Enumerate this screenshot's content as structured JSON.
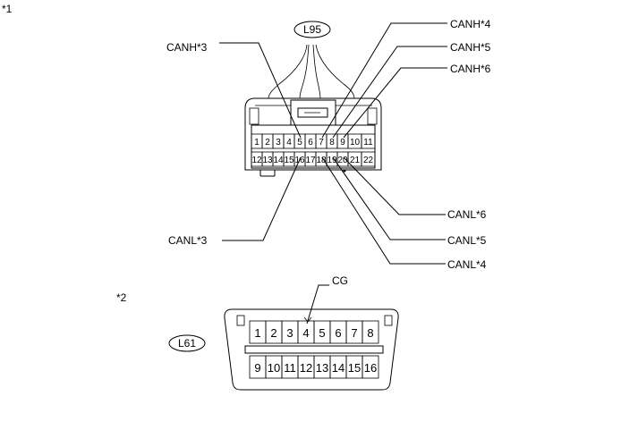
{
  "figure_marks": {
    "fig1": "*1",
    "fig2": "*2"
  },
  "connector_top": {
    "id": "L95",
    "row1_pins": [
      "1",
      "2",
      "3",
      "4",
      "5",
      "6",
      "7",
      "8",
      "9",
      "10",
      "11"
    ],
    "row2_pins": [
      "12",
      "13",
      "14",
      "15",
      "16",
      "17",
      "18",
      "19",
      "20",
      "21",
      "22"
    ],
    "callouts": {
      "canh3": "CANH*3",
      "canh4": "CANH*4",
      "canh5": "CANH*5",
      "canh6": "CANH*6",
      "canl3": "CANL*3",
      "canl4": "CANL*4",
      "canl5": "CANL*5",
      "canl6": "CANL*6"
    }
  },
  "connector_bottom": {
    "id": "L61",
    "row1_pins": [
      "1",
      "2",
      "3",
      "4",
      "5",
      "6",
      "7",
      "8"
    ],
    "row2_pins": [
      "9",
      "10",
      "11",
      "12",
      "13",
      "14",
      "15",
      "16"
    ],
    "callouts": {
      "cg": "CG"
    }
  }
}
